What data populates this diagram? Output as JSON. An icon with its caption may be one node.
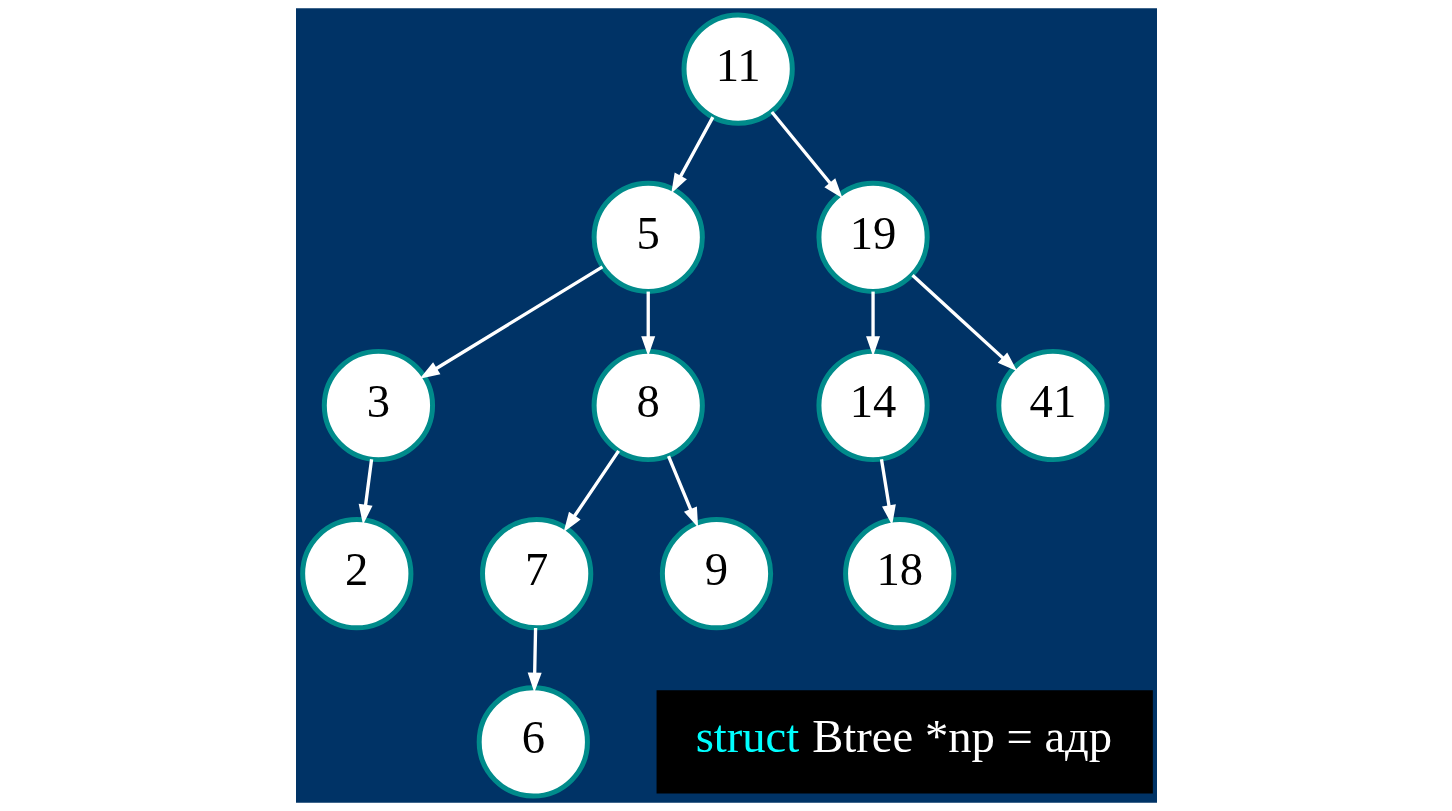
{
  "diagram": {
    "nodes": [
      {
        "text": [
          "11"
        ]
      },
      {
        "text": [
          "5"
        ]
      },
      {
        "text": [
          "19"
        ]
      },
      {
        "text": [
          "3"
        ]
      },
      {
        "text": [
          "8"
        ]
      },
      {
        "text": [
          "14"
        ]
      },
      {
        "text": [
          "41"
        ]
      },
      {
        "text": [
          "2"
        ]
      },
      {
        "text": [
          "7"
        ]
      },
      {
        "text": [
          "9"
        ]
      },
      {
        "text": [
          "18"
        ]
      },
      {
        "text": [
          "6"
        ]
      }
    ],
    "edges": [
      {
        "from": 0,
        "to": 1,
        "arrow": "to"
      },
      {
        "from": 0,
        "to": 2,
        "arrow": "to"
      },
      {
        "from": 1,
        "to": 3,
        "arrow": "to"
      },
      {
        "from": 1,
        "to": 4,
        "arrow": "to"
      },
      {
        "from": 2,
        "to": 5,
        "arrow": "to"
      },
      {
        "from": 2,
        "to": 6,
        "arrow": "to"
      },
      {
        "from": 3,
        "to": 7,
        "arrow": "to"
      },
      {
        "from": 4,
        "to": 8,
        "arrow": "to"
      },
      {
        "from": 4,
        "to": 9,
        "arrow": "to"
      },
      {
        "from": 5,
        "to": 10,
        "arrow": "to"
      },
      {
        "from": 8,
        "to": 11,
        "arrow": "to"
      }
    ],
    "labels": [
      "struct Btree *np = адр"
    ]
  }
}
